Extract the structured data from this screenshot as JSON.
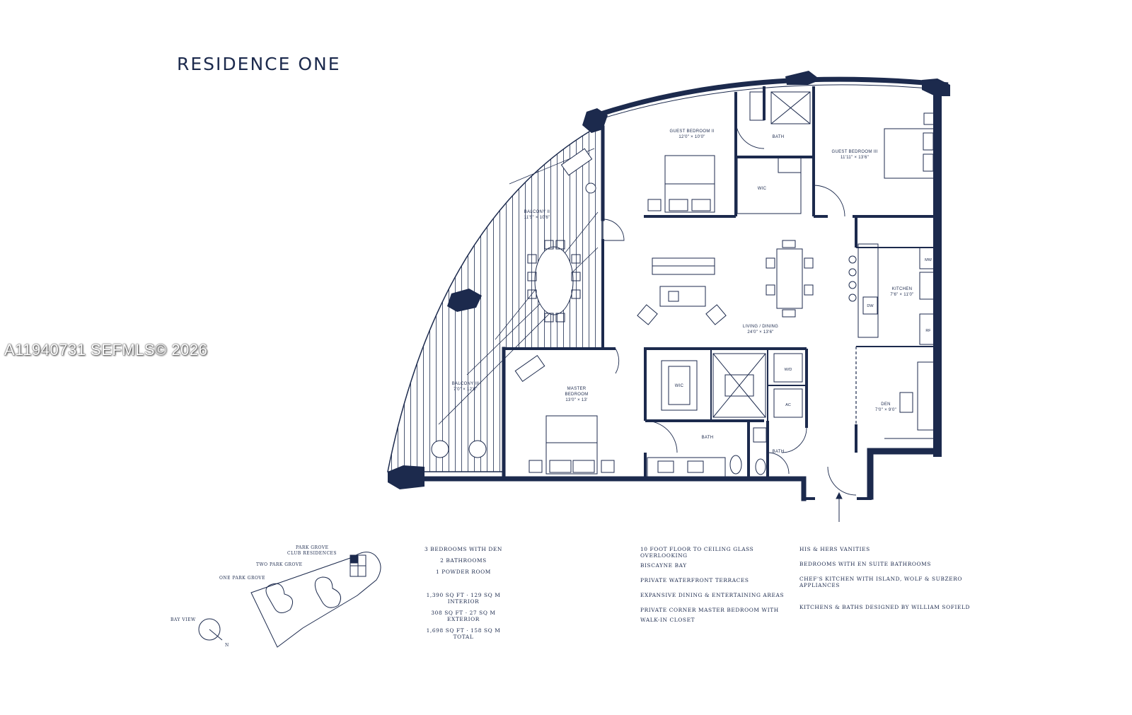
{
  "title": "RESIDENCE ONE",
  "watermark": "A11940731  SEFMLS© 2026",
  "colors": {
    "ink": "#1c2a4d",
    "background": "#ffffff"
  },
  "rooms": {
    "guest_bedroom_2": {
      "name": "GUEST BEDROOM II",
      "dims": "12'0\" × 10'0\""
    },
    "guest_bedroom_3": {
      "name": "GUEST BEDROOM III",
      "dims": "11'11\" × 13'6\""
    },
    "bath_top": "BATH",
    "wic_top": "WIC",
    "balcony_1": {
      "name": "BALCONY II",
      "dims": "11'5\" × 10'6\""
    },
    "balcony_2": {
      "name": "BALCONY III",
      "dims": "7'0\" × 12'6\""
    },
    "kitchen": {
      "name": "KITCHEN",
      "dims": "7'6\" × 11'0\""
    },
    "living_dining": {
      "name": "LIVING / DINING",
      "dims": "24'0\" × 13'6\""
    },
    "master": {
      "name": "MASTER",
      "name2": "BEDROOM",
      "dims": "13'0\" × 13'"
    },
    "wic_master": "WIC",
    "bath_master": "BATH",
    "bath_powder": "BATH",
    "wd": "W/D",
    "ac": "AC",
    "den": {
      "name": "DEN",
      "dims": "7'0\" × 9'0\""
    },
    "mw": "MW",
    "dw": "DW",
    "rf": "RF"
  },
  "site_plan": {
    "park_grove_1": "PARK GROVE",
    "park_grove_2": "CLUB RESIDENCES",
    "two_park_grove": "TWO PARK GROVE",
    "one_park_grove": "ONE PARK GROVE",
    "bay_view": "BAY VIEW",
    "north": "N"
  },
  "summary": {
    "bedrooms": "3 BEDROOMS WITH DEN",
    "bathrooms": "2 BATHROOMS",
    "powder": "1 POWDER ROOM",
    "interior": "1,390 SQ FT · 129 SQ M INTERIOR",
    "exterior": "308 SQ FT · 27 SQ M EXTERIOR",
    "total": "1,698 SQ FT · 158 SQ M TOTAL"
  },
  "features_col1": {
    "glass_1": "10 FOOT FLOOR TO CEILING GLASS OVERLOOKING",
    "glass_2": "BISCAYNE BAY",
    "terraces": "PRIVATE WATERFRONT TERRACES",
    "dining": "EXPANSIVE DINING & ENTERTAINING AREAS",
    "master_1": "PRIVATE CORNER MASTER BEDROOM WITH",
    "master_2": "WALK-IN CLOSET"
  },
  "features_col2": {
    "vanities": "HIS & HERS VANITIES",
    "suites": "BEDROOMS WITH EN SUITE BATHROOMS",
    "kitchen": "CHEF'S KITCHEN WITH ISLAND, WOLF & SUBZERO APPLIANCES",
    "designer": "KITCHENS & BATHS DESIGNED BY WILLIAM SOFIELD"
  }
}
